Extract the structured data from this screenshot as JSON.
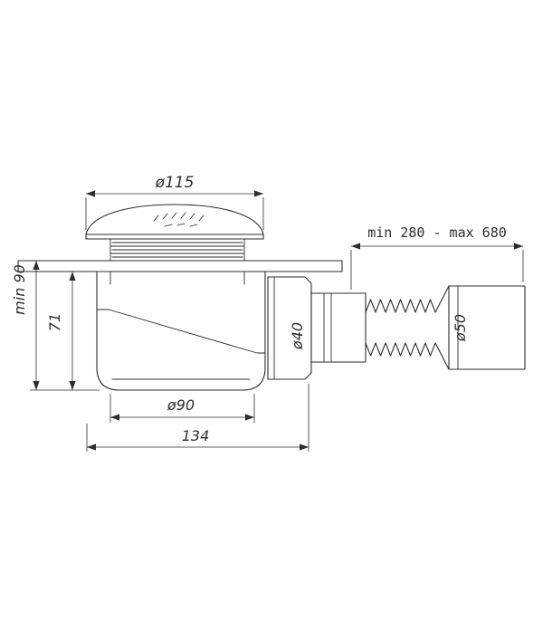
{
  "diagram": {
    "colors": {
      "background": "#ffffff",
      "line": "#2d2d2d"
    },
    "labels": {
      "cap_diameter": "ø115",
      "hose_length_range": "min 280 - max 680",
      "mounting_depth": "min 90",
      "trap_height": "71",
      "body_diameter": "ø90",
      "overall_width": "134",
      "outlet_diameter": "ø40",
      "hose_end_diameter": "ø50"
    }
  }
}
